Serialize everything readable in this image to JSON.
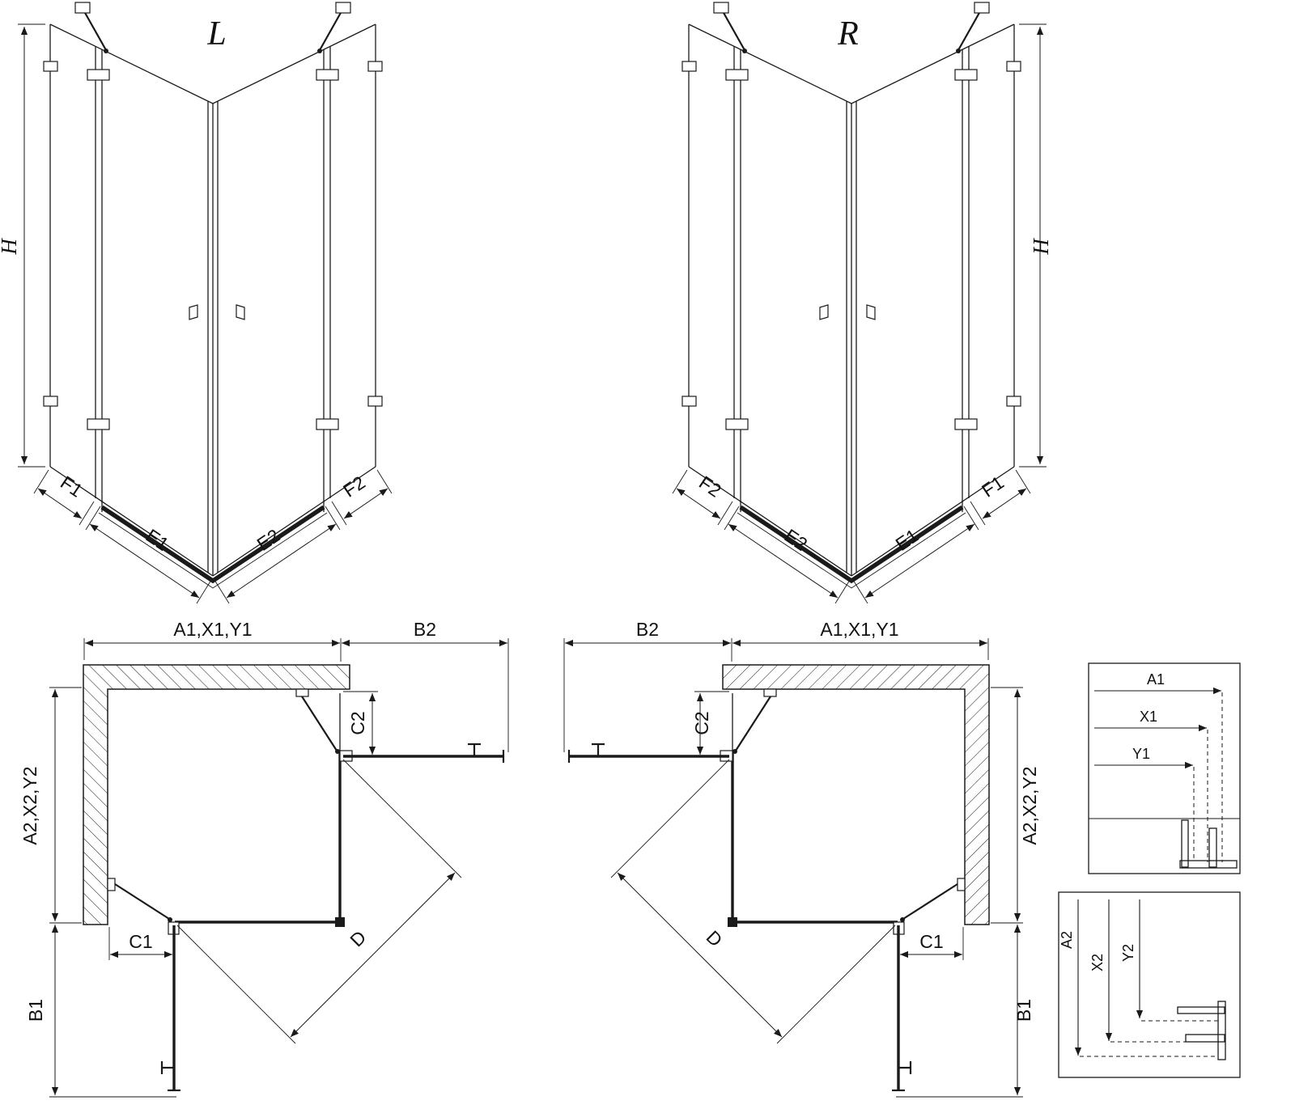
{
  "page": {
    "background": "#ffffff",
    "line_color": "#1a1a1a"
  },
  "views": {
    "left_3d": {
      "variant_label": "L",
      "height_label": "H",
      "f1": "F1",
      "e1": "E1",
      "e2": "E2",
      "f2": "F2"
    },
    "right_3d": {
      "variant_label": "R",
      "height_label": "H",
      "f1": "F1",
      "e1": "E1",
      "e2": "E2",
      "f2": "F2"
    },
    "left_plan": {
      "width_top": "A1,X1,Y1",
      "door_proj_top": "B2",
      "entry_top": "C2",
      "width_side": "A2,X2,Y2",
      "entry_side": "C1",
      "door_proj_side": "B1",
      "diagonal": "D"
    },
    "right_plan": {
      "width_top": "A1,X1,Y1",
      "door_proj_top": "B2",
      "entry_top": "C2",
      "width_side": "A2,X2,Y2",
      "entry_side": "C1",
      "door_proj_side": "B1",
      "diagonal": "D"
    },
    "detail_top": {
      "a1": "A1",
      "x1": "X1",
      "y1": "Y1"
    },
    "detail_bottom": {
      "a2": "A2",
      "x2": "X2",
      "y2": "Y2"
    }
  }
}
